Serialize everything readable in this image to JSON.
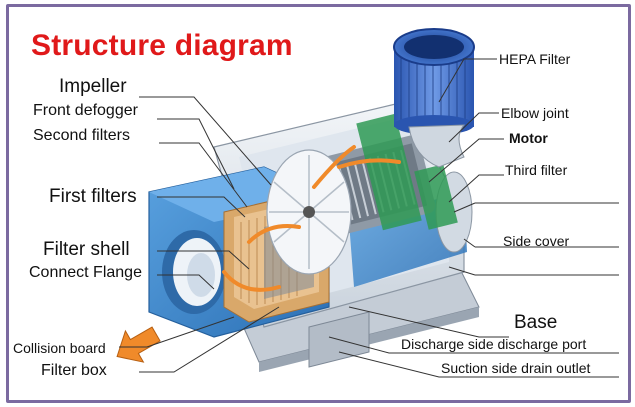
{
  "title": "Structure diagram",
  "labels": {
    "impeller": "Impeller",
    "front_defogger": "Front defogger",
    "second_filters": "Second filters",
    "first_filters": "First filters",
    "filter_shell": "Filter shell",
    "connect_flange": "Connect Flange",
    "collision_board": "Collision board",
    "filter_box": "Filter box",
    "hepa_filter": "HEPA Filter",
    "elbow_joint": "Elbow joint",
    "motor": "Motor",
    "third_filter": "Third filter",
    "side_cover": "Side cover",
    "base": "Base",
    "discharge_side_port": "Discharge side discharge port",
    "suction_side_outlet": "Suction side drain outlet"
  },
  "colors": {
    "title": "#e0191a",
    "frame": "#7b6aa0",
    "housing": "#3f86c9",
    "housing_light": "#e8eef5",
    "hepa": "#3b6fd0",
    "filter_media": "#d9a86a",
    "arrow": "#f08a2a",
    "motor_winding": "#2f9a55"
  }
}
